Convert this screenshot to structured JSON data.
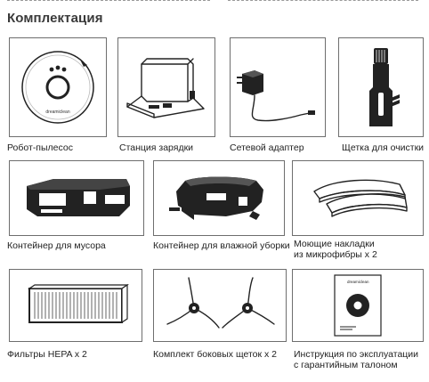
{
  "section": {
    "title": "Комплектация"
  },
  "brand": {
    "logo_text": "dreamiclean"
  },
  "items": [
    {
      "label": "Робот-пылесос",
      "icon": "robot-vacuum"
    },
    {
      "label": "Станция зарядки",
      "icon": "charging-station"
    },
    {
      "label": "Сетевой адаптер",
      "icon": "power-adapter"
    },
    {
      "label": "Щетка для очистки",
      "icon": "cleaning-brush"
    },
    {
      "label": "Контейнер для мусора",
      "icon": "dust-container"
    },
    {
      "label": "Контейнер для влажной уборки",
      "icon": "water-tank"
    },
    {
      "lines": [
        "Моющие накладки",
        "из микрофибры x 2"
      ],
      "icon": "mop-pads"
    },
    {
      "label": "Фильтры HEPA x 2",
      "icon": "hepa-filter"
    },
    {
      "label": "Комплект боковых щеток x 2",
      "icon": "side-brushes"
    },
    {
      "lines": [
        "Инструкция по эксплуатации",
        "с гарантийным талоном"
      ],
      "icon": "manual"
    }
  ],
  "colors": {
    "border": "#6e6e6e",
    "ink": "#222222",
    "title": "#3a3a3a"
  }
}
